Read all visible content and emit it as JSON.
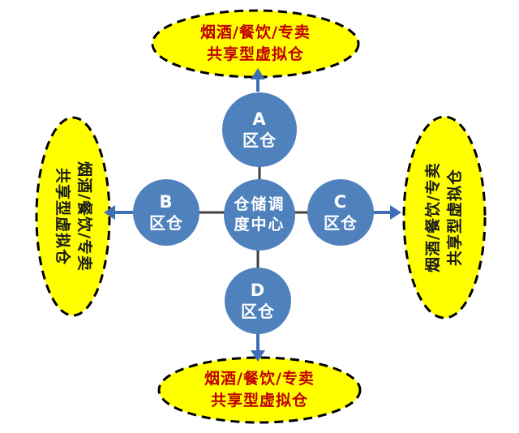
{
  "diagram": {
    "title_hidden": "",
    "hub": {
      "line1": "仓储调",
      "line2": "度中心"
    },
    "zones": [
      {
        "id": "A",
        "letter": "A",
        "label": "区仓"
      },
      {
        "id": "B",
        "letter": "B",
        "label": "区仓"
      },
      {
        "id": "C",
        "letter": "C",
        "label": "区仓"
      },
      {
        "id": "D",
        "letter": "D",
        "label": "区仓"
      }
    ],
    "ellipses": {
      "top": {
        "line1": "烟酒/餐饮/专卖",
        "line2": "共享型虚拟仓",
        "text_color": "#c00000"
      },
      "bottom": {
        "line1": "烟酒/餐饮/专卖",
        "line2": "共享型虚拟仓",
        "text_color": "#c00000"
      },
      "left": {
        "line1": "烟酒/餐饮/专卖",
        "line2": "共享型虚拟仓",
        "text_color": "#1a1a1a"
      },
      "right": {
        "line1": "烟酒/餐饮/专卖",
        "line2": "共享型虚拟仓",
        "text_color": "#1a1a1a"
      }
    },
    "colors": {
      "node_fill": "#4f81bd",
      "node_text": "#ffffff",
      "ellipse_fill": "#ffff00",
      "ellipse_border": "#000000",
      "arrow": "#3f6fb5",
      "connector": "#3f3f3f",
      "background": "#ffffff"
    }
  }
}
